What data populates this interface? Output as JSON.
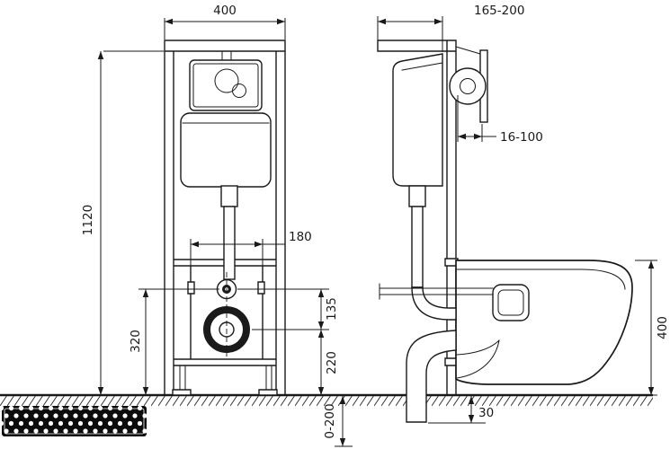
{
  "dimensions": {
    "frame_width": "400",
    "frame_height": "1120",
    "fixing_spacing": "180",
    "inlet_to_outlet": "135",
    "outlet_height": "220",
    "inlet_height": "320",
    "floor_buildup": "0-200",
    "install_depth": "165-200",
    "bracket_range": "16-100",
    "bowl_height": "400",
    "drain_offset": "30"
  },
  "colors": {
    "line": "#1a1a1a",
    "background": "#ffffff",
    "drain_grate": "#0b0b0b"
  }
}
